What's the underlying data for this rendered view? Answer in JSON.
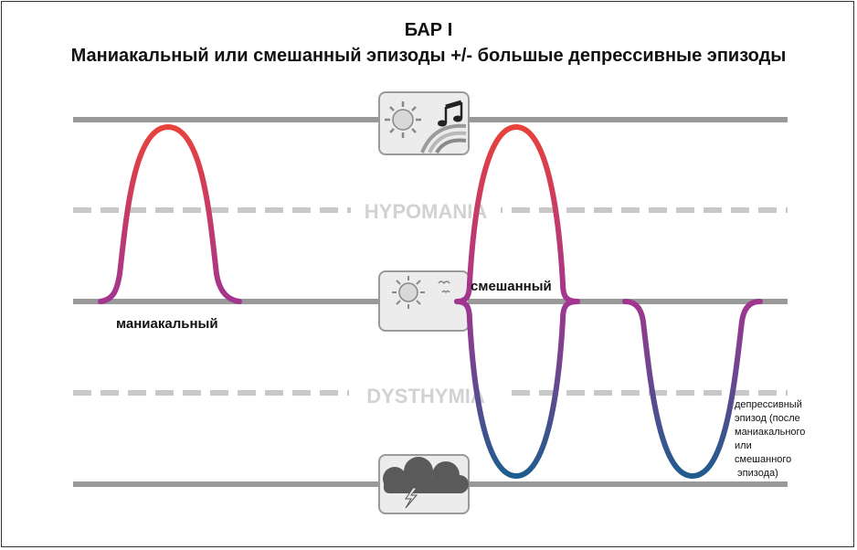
{
  "title": "БАР I",
  "subtitle": "Маниакальный или смешанный эпизоды +/- большые депрессивные  эпизоды",
  "levels": {
    "hypomania": "HYPOMANIA",
    "dysthymia": "DYSTHYMIA"
  },
  "episodes": {
    "manic": "маниакальный",
    "mixed": "смешанный",
    "depressive_lines": [
      "депрессивный",
      "эпизод (после",
      "маниакального",
      "или",
      "смешанного",
      " эпизода)"
    ]
  },
  "icons": [
    "sun-music-rainbow-icon",
    "sun-clouds-birds-icon",
    "storm-cloud-lightning-icon"
  ],
  "colors": {
    "line": "#999999",
    "dashed": "#c8c8c8",
    "high": "#e8423a",
    "mid": "#a3358f",
    "low": "#1e5d8e"
  }
}
